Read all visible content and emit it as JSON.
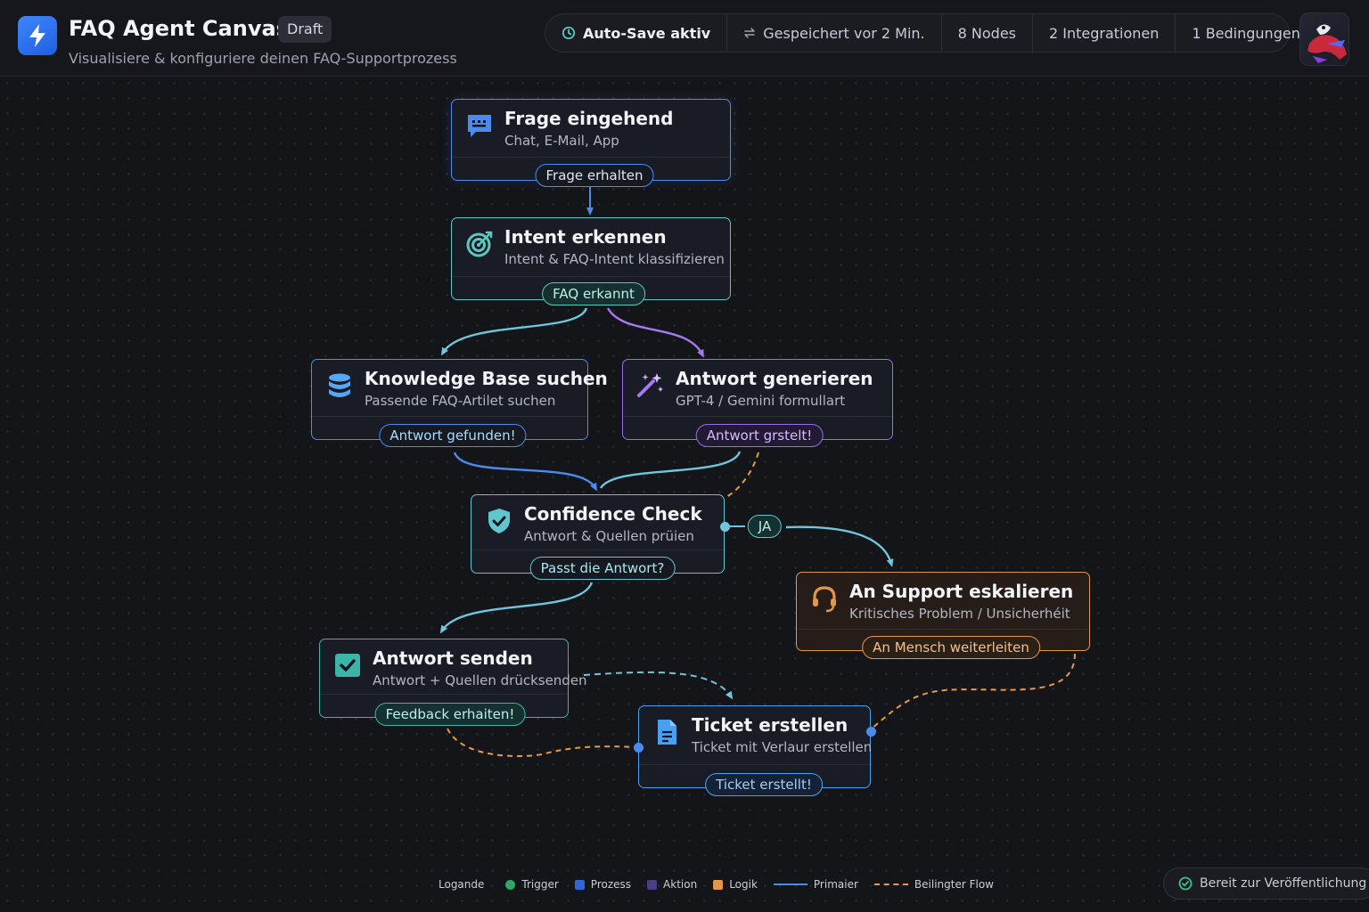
{
  "header": {
    "title": "FAQ Agent Canvas",
    "badge": "Draft",
    "subtitle": "Visualisiere & konfiguriere deinen FAQ-Supportprozess",
    "status": {
      "autosave": "Auto-Save aktiv",
      "saved": "Gespeichert vor 2 Min.",
      "nodes": "8 Nodes",
      "integrations": "2 Integrationen",
      "conditions": "1 Bedingungen"
    }
  },
  "nodes": {
    "frage": {
      "title": "Frage eingehend",
      "desc": "Chat, E-Mail, App",
      "pill": "Frage erhalten"
    },
    "intent": {
      "title": "Intent erkennen",
      "desc": "Intent & FAQ-Intent klassifizieren",
      "pill": "FAQ erkannt"
    },
    "kb": {
      "title": "Knowledge Base suchen",
      "desc": "Passende FAQ-Artilet suchen",
      "pill": "Antwort gefunden!"
    },
    "gen": {
      "title": "Antwort generieren",
      "desc": "GPT-4 / Gemini formullart",
      "pill": "Antwort grstelt!"
    },
    "check": {
      "title": "Confidence Check",
      "desc": "Antwort & Quellen prüien",
      "pill": "Passt die Antwort?"
    },
    "support": {
      "title": "An Support eskalieren",
      "desc": "Kritisches Problem / Unsicherhéit",
      "pill": "An Mensch weiterleiten"
    },
    "send": {
      "title": "Antwort senden",
      "desc": "Antwort + Quellen drücksenden",
      "pill": "Feedback erhaiten!"
    },
    "ticket": {
      "title": "Ticket erstellen",
      "desc": "Ticket mit Verlaur erstellen",
      "pill": "Ticket erstellt!"
    }
  },
  "edge_labels": {
    "ja": "JA"
  },
  "legend": {
    "label": "Logande",
    "trigger": "Trigger",
    "prozess": "Prozess",
    "aktion": "Aktion",
    "logik": "Logik",
    "primary": "Primaier",
    "conditional": "Beilingter Flow"
  },
  "footer": {
    "ready": "Bereit zur Veröffentlichung"
  },
  "colors": {
    "trigger": "#4b8bf0",
    "intent": "#5cc7c1",
    "aktion": "#9a6cf0",
    "confidence": "#5fc6cf",
    "escalate": "#e3954a",
    "send": "#3db4a8",
    "ticket": "#4aa0f0"
  }
}
